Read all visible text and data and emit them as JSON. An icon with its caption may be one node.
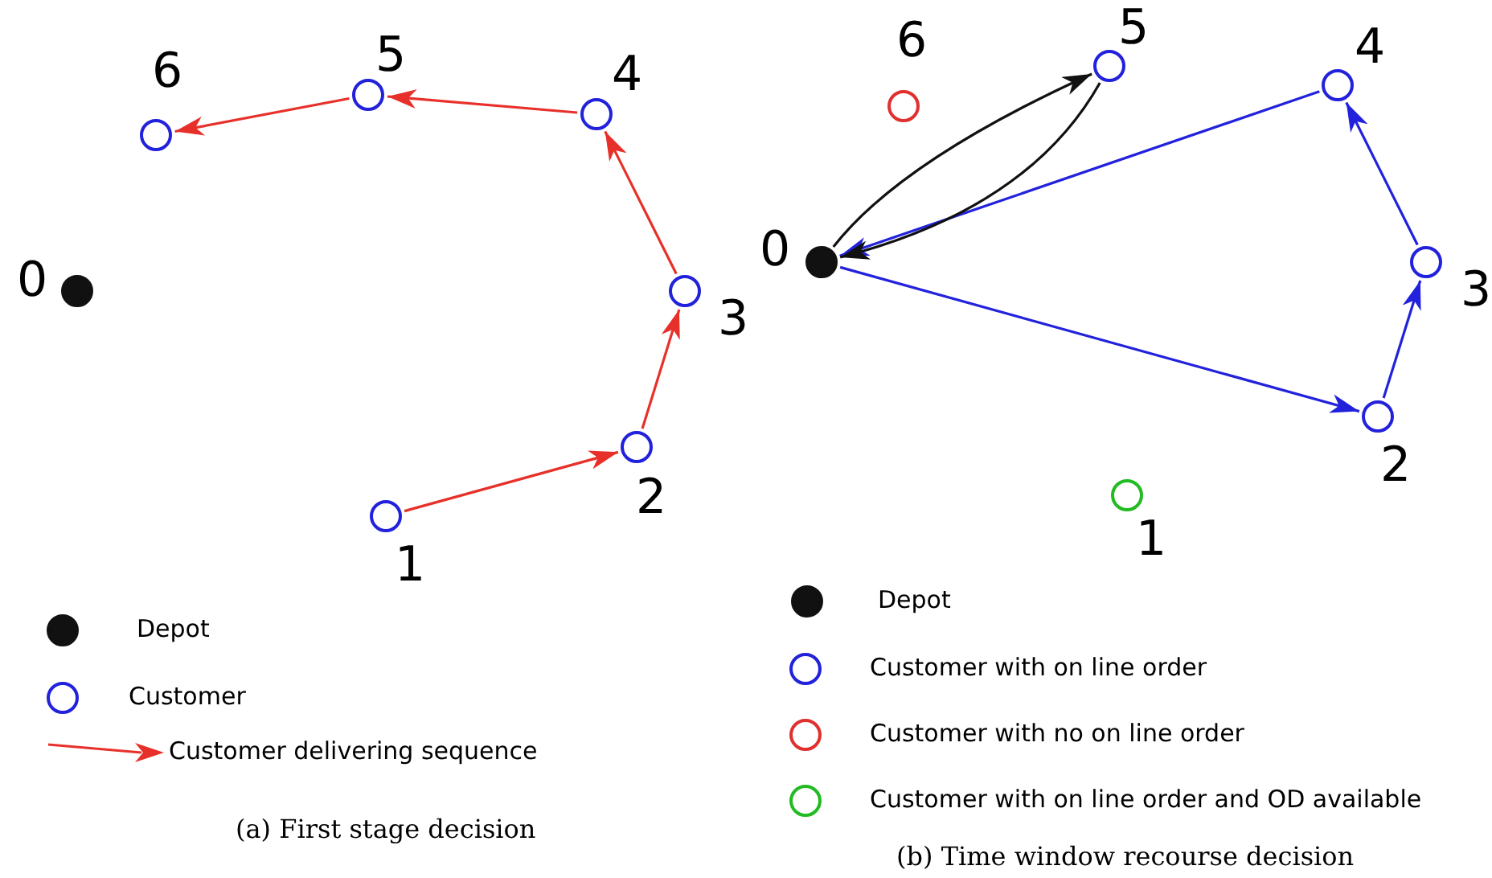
{
  "diagram": {
    "nodes": [
      {
        "text": [],
        "shape": "circle",
        "beside": [
          "0"
        ]
      },
      {
        "text": [],
        "shape": "circle",
        "beside": [
          "1"
        ]
      },
      {
        "text": [],
        "shape": "circle",
        "beside": [
          "2"
        ]
      },
      {
        "text": [],
        "shape": "circle",
        "beside": [
          "3"
        ]
      },
      {
        "text": [],
        "shape": "circle",
        "beside": [
          "4"
        ]
      },
      {
        "text": [],
        "shape": "circle",
        "beside": [
          "5"
        ]
      },
      {
        "text": [],
        "shape": "circle",
        "beside": [
          "6"
        ]
      },
      {
        "text": [],
        "shape": "circle",
        "beside": [
          "0"
        ]
      },
      {
        "text": [],
        "shape": "circle",
        "beside": [
          "1"
        ]
      },
      {
        "text": [],
        "shape": "circle",
        "beside": [
          "2"
        ]
      },
      {
        "text": [],
        "shape": "circle",
        "beside": [
          "3"
        ]
      },
      {
        "text": [],
        "shape": "circle",
        "beside": [
          "4"
        ]
      },
      {
        "text": [],
        "shape": "circle",
        "beside": [
          "5"
        ]
      },
      {
        "text": [],
        "shape": "circle",
        "beside": [
          "6"
        ]
      }
    ],
    "edges": [
      {
        "from": 1,
        "to": 2,
        "arrow": "to"
      },
      {
        "from": 2,
        "to": 3,
        "arrow": "to"
      },
      {
        "from": 3,
        "to": 4,
        "arrow": "to"
      },
      {
        "from": 4,
        "to": 5,
        "arrow": "to"
      },
      {
        "from": 5,
        "to": 6,
        "arrow": "to"
      },
      {
        "from": 7,
        "to": 9,
        "arrow": "to",
        "color": "#2222dd"
      },
      {
        "from": 9,
        "to": 10,
        "arrow": "to",
        "color": "#2222dd"
      },
      {
        "from": 10,
        "to": 11,
        "arrow": "to",
        "color": "#2222dd"
      },
      {
        "from": 11,
        "to": 7,
        "arrow": "to",
        "color": "#2222dd"
      },
      {
        "from": 7,
        "to": 12,
        "arrow": "to",
        "color": "#111111"
      },
      {
        "from": 12,
        "to": 7,
        "arrow": "to",
        "color": "#111111"
      }
    ],
    "labels": [
      "(a) First stage decision",
      "(b) Time window recourse decision"
    ],
    "legend": [
      {
        "text": "Depot"
      },
      {
        "text": "Customer"
      },
      {
        "text": "Customer delivering sequence"
      },
      {
        "text": "Depot"
      },
      {
        "text": "Customer with on line order"
      },
      {
        "text": "Customer with no on line order"
      },
      {
        "text": "Customer with on line order and OD available"
      }
    ]
  }
}
